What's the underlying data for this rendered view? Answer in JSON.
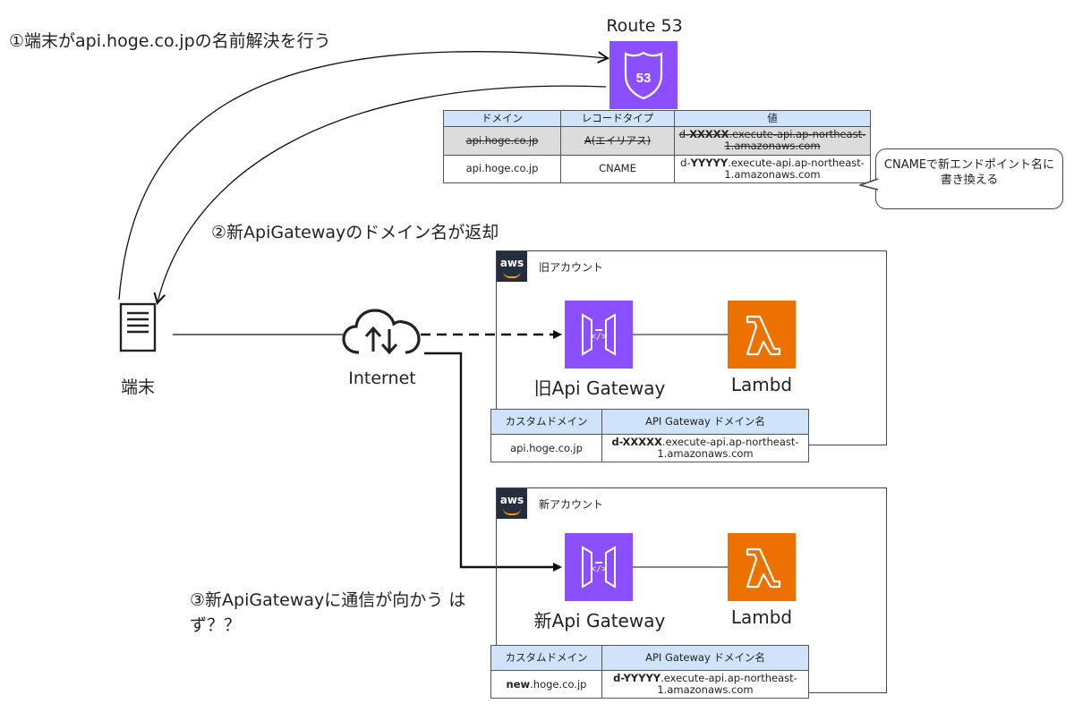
{
  "labels": {
    "step1": "①端末がapi.hoge.co.jpの名前解決を行う",
    "step2": "②新ApiGatewayのドメイン名が返却",
    "step3": "③新ApiGatewayに通信が向かう はず？？"
  },
  "route53": {
    "title": "Route 53",
    "icon_text": "53",
    "table": {
      "headers": [
        "ドメイン",
        "レコードタイプ",
        "値"
      ],
      "rows": [
        {
          "domain": "api.hoge.co.jp",
          "type": "A(エイリアス)",
          "value_id": "XXXXX",
          "value_prefix": "d-",
          "value_suffix": ".execute-api.ap-northeast-1.amazonaws.com"
        },
        {
          "domain": "api.hoge.co.jp",
          "type": "CNAME",
          "value_id": "YYYYY",
          "value_prefix": "d-",
          "value_suffix": ".execute-api.ap-northeast-1.amazonaws.com"
        }
      ]
    }
  },
  "callout": {
    "text": "CNAMEで新エンドポイント名に書き換える"
  },
  "client": {
    "label": "端末"
  },
  "internet": {
    "label": "Internet"
  },
  "old_account": {
    "name": "旧アカウント",
    "aws_badge": "aws",
    "gateway_label": "旧Api Gateway",
    "lambda_label": "Lambd",
    "table": {
      "headers": [
        "カスタムドメイン",
        "API Gateway ドメイン名"
      ],
      "domain": "api.hoge.co.jp",
      "domain_bold": "",
      "value_bold": "d-XXXXX",
      "value_suffix": ".execute-api.ap-northeast-1.amazonaws.com"
    }
  },
  "new_account": {
    "name": "新アカウント",
    "aws_badge": "aws",
    "gateway_label": "新Api Gateway",
    "lambda_label": "Lambd",
    "table": {
      "headers": [
        "カスタムドメイン",
        "API Gateway ドメイン名"
      ],
      "domain_bold": "new",
      "domain": ".hoge.co.jp",
      "value_bold": "d-YYYYY",
      "value_suffix": ".execute-api.ap-northeast-1.amazonaws.com"
    }
  },
  "colors": {
    "aws_purple": "#8c4fff",
    "aws_orange": "#ed7100",
    "table_header": "#cfe4fb",
    "aws_dark": "#232f3e"
  }
}
